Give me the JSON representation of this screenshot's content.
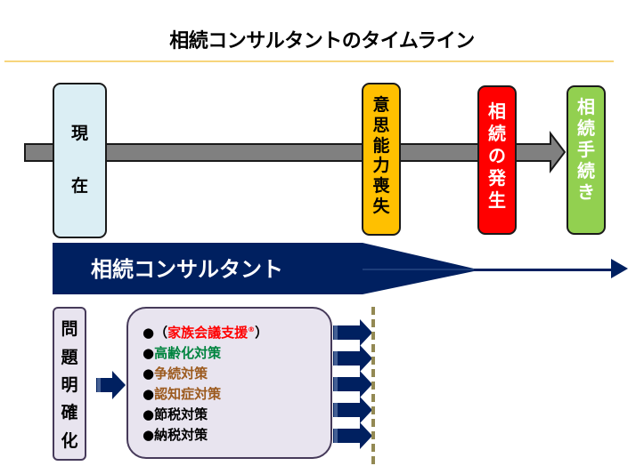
{
  "title": "相続コンサルタントのタイムライン",
  "colors": {
    "title_rule": "#f7d57c",
    "timeline_arrow": "#808080",
    "consultant_band": "#002060",
    "milestone_now": "#dbeef4",
    "milestone_capacity_loss": "#ffc000",
    "milestone_inheritance_occurs": "#ff0000",
    "milestone_procedures": "#92d050",
    "panel_fill": "#e8e4ef",
    "panel_border": "#463a5a",
    "dashed_divider": "#938953"
  },
  "timeline": {
    "milestones": [
      {
        "id": "now",
        "chars": [
          "現",
          "在"
        ]
      },
      {
        "id": "capacity-loss",
        "chars": [
          "意",
          "思",
          "能",
          "力",
          "喪",
          "失"
        ]
      },
      {
        "id": "inheritance-occurs",
        "chars": [
          "相",
          "続",
          "の",
          "発",
          "生"
        ]
      },
      {
        "id": "procedures",
        "chars": [
          "相",
          "続",
          "手",
          "続",
          "き"
        ]
      }
    ]
  },
  "consultant_band": {
    "label": "相続コンサルタント"
  },
  "issue_box": {
    "chars": [
      "問",
      "題",
      "明",
      "確",
      "化"
    ]
  },
  "measures": [
    {
      "bullet": "●",
      "prefix": "（",
      "text": "家族会議支援",
      "mark": "®",
      "suffix": "）",
      "color": "#ff0000"
    },
    {
      "bullet": "●",
      "prefix": "",
      "text": "高齢化対策",
      "mark": "",
      "suffix": "",
      "color": "#00843f"
    },
    {
      "bullet": "●",
      "prefix": "",
      "text": "争続対策",
      "mark": "",
      "suffix": "",
      "color": "#9c5a1e"
    },
    {
      "bullet": "●",
      "prefix": "",
      "text": "認知症対策",
      "mark": "",
      "suffix": "",
      "color": "#9c5a1e"
    },
    {
      "bullet": "●",
      "prefix": "",
      "text": "節税対策",
      "mark": "",
      "suffix": "",
      "color": "#000000"
    },
    {
      "bullet": "●",
      "prefix": "",
      "text": "納税対策",
      "mark": "",
      "suffix": "",
      "color": "#000000"
    }
  ]
}
